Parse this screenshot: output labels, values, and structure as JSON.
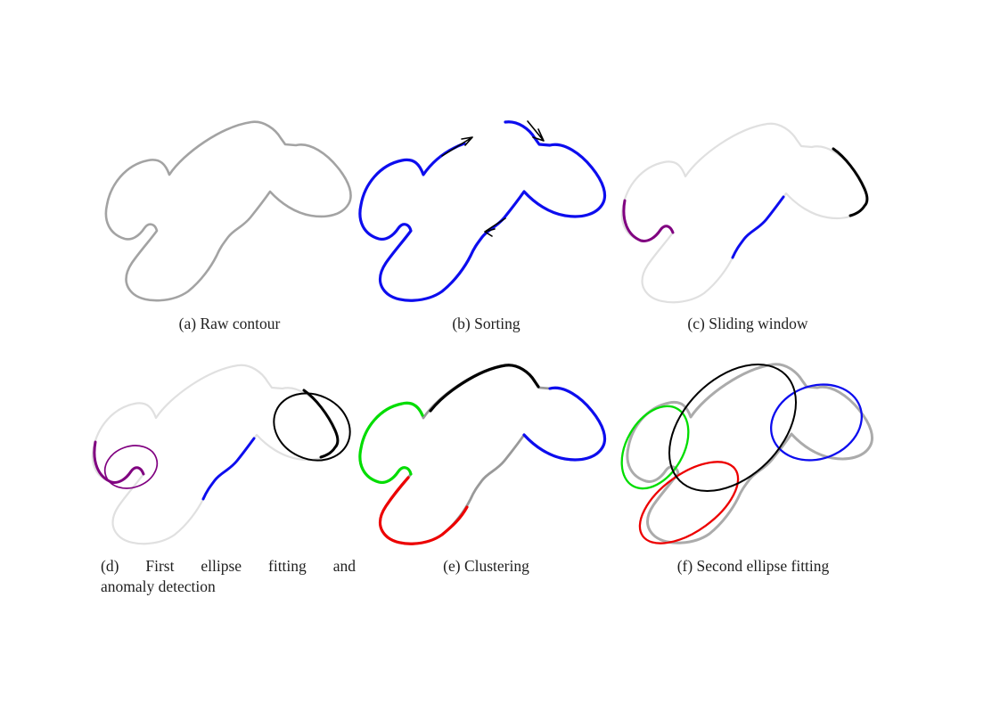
{
  "page": {
    "background": "#ffffff"
  },
  "panels": [
    {
      "id": "a",
      "caption": "(a) Raw contour"
    },
    {
      "id": "b",
      "caption": "(b) Sorting"
    },
    {
      "id": "c",
      "caption": "(c) Sliding window"
    },
    {
      "id": "d",
      "caption_line1": "(d) First ellipse fitting and",
      "caption_line2": "anomaly detection"
    },
    {
      "id": "e",
      "caption": "(e) Clustering"
    },
    {
      "id": "f",
      "caption": "(f) Second ellipse fitting"
    }
  ],
  "colors": {
    "raw_contour_gray": "#a3a3a3",
    "faded_contour_gray": "#e0e0e0",
    "cluster_joint_gray": "#999999",
    "underlay_contour_gray": "#ababab",
    "blue": "#0d0dee",
    "purple": "#800080",
    "green": "#00dd00",
    "red": "#ed0000",
    "black": "#000000",
    "arrow_black": "#000000",
    "caption_text": "#1f1f1f"
  }
}
